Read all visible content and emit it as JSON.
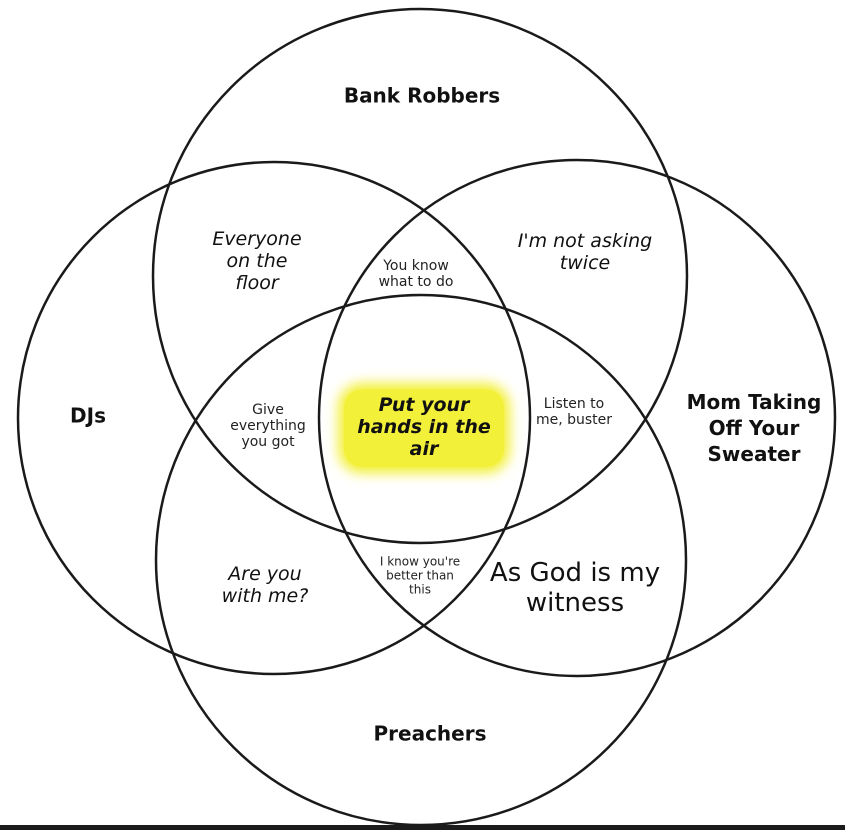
{
  "sets": {
    "top": "Bank Robbers",
    "left": "DJs",
    "right": "Mom Taking Off Your Sweater",
    "bottom": "Preachers"
  },
  "regions": {
    "top_left": "Everyone on the floor",
    "top_center": "You know what to do",
    "top_right": "I'm not asking twice",
    "center_left": "Give everything you got",
    "center": "Put your hands in the air",
    "center_right": "Listen to me, buster",
    "bottom_left": "Are you with me?",
    "bottom_center": "I know you're better than this",
    "bottom_right": "As God is my witness"
  },
  "colors": {
    "highlight": "#f3f03a",
    "stroke": "#1a1a1a"
  }
}
